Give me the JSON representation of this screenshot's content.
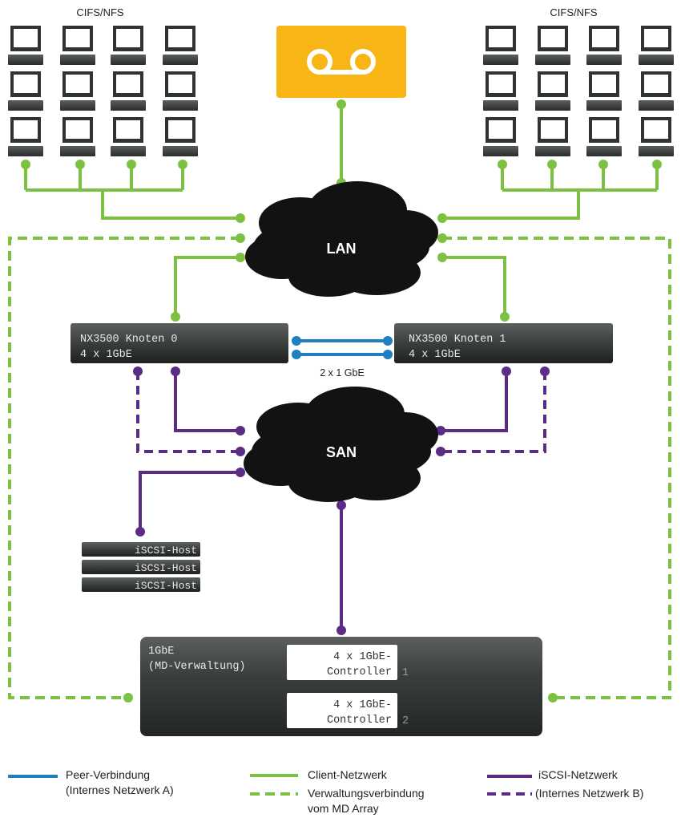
{
  "clients": {
    "left_label": "CIFS/NFS",
    "right_label": "CIFS/NFS"
  },
  "networks": {
    "lan_label": "LAN",
    "san_label": "SAN"
  },
  "nodes": {
    "node0": {
      "line1": "NX3500 Knoten 0",
      "line2": "4 x 1GbE"
    },
    "node1": {
      "line1": "NX3500 Knoten 1",
      "line2": "4 x 1GbE"
    },
    "peer_link_label": "2 x 1 GbE"
  },
  "iscsi_hosts": [
    "iSCSI-Host",
    "iSCSI-Host",
    "iSCSI-Host"
  ],
  "md_array": {
    "mgmt_line1": "1GbE",
    "mgmt_line2": "(MD-Verwaltung)",
    "controllers": [
      {
        "line1": "4 x 1GbE-",
        "line2": "Controller",
        "number": "1"
      },
      {
        "line1": "4 x 1GbE-",
        "line2": "Controller",
        "number": "2"
      }
    ]
  },
  "legend": {
    "peer_line1": "Peer-Verbindung",
    "peer_line2": "(Internes Netzwerk A)",
    "client": "Client-Netzwerk",
    "mgmt_line1": "Verwaltungsverbindung",
    "mgmt_line2": "vom MD Array",
    "iscsi_line1": "iSCSI-Netzwerk",
    "iscsi_line2": "(Internes Netzwerk B)"
  },
  "colors": {
    "client_green": "#7dc142",
    "iscsi_purple": "#5b2c86",
    "peer_blue": "#1f7fc1",
    "tape_yellow": "#f7b516",
    "device_dark": "#2f3332"
  },
  "icons": {
    "workstation": "workstation-icon",
    "tape": "tape-library-icon",
    "cloud": "network-cloud-icon"
  }
}
